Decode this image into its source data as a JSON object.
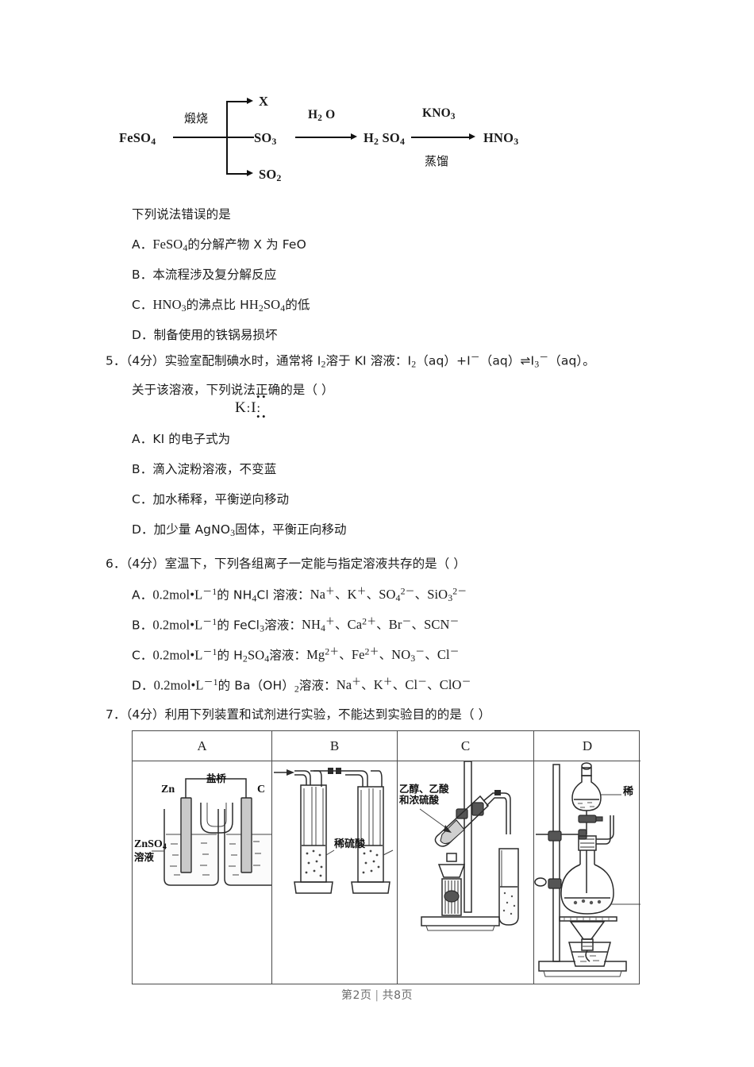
{
  "document": {
    "page_label": "第2页",
    "page_separator": "|",
    "total_label": "共8页"
  },
  "flowchart": {
    "start": "FeSO4",
    "start_sub": "4",
    "condition_calcine": "煅烧",
    "branch_x": "X",
    "branch_main": "SO3",
    "branch_so2": "SO2",
    "reagent_water": "H2 O",
    "product_h2so4": "H2 SO4",
    "reagent_kno3": "KNO3",
    "condition_distill": "蒸馏",
    "product_hno3": "HNO3"
  },
  "question4": {
    "stem": "下列说法错误的是",
    "options": [
      {
        "letter": "A．",
        "text_pre": "FeSO",
        "sub1": "4",
        "text_mid": "的分解产物 X 为 FeO"
      },
      {
        "letter": "B．",
        "full": "本流程涉及复分解反应"
      },
      {
        "letter": "C．",
        "text_pre": "HNO",
        "sub1": "3",
        "text_mid": "的沸点比 H",
        "sub2": "2",
        "text_mid2": "SO",
        "sub3": "4",
        "text_end": "的低"
      },
      {
        "letter": "D．",
        "full": "制备使用的铁锅易损坏"
      }
    ]
  },
  "question5": {
    "number": "5．",
    "score": "（4分）",
    "stem_line1_a": "实验室配制碘水时，通常将 I",
    "stem_line1_sub": "2",
    "stem_line1_b": "溶于 KI 溶液：I",
    "stem_sub2": "2",
    "stem_eq_a": "（aq）+I",
    "stem_eq_sup": "－",
    "stem_eq_b": "（aq）⇌I",
    "stem_eq_sub3": "3",
    "stem_eq_sup2": "－",
    "stem_eq_c": "（aq）。",
    "stem_line2": "关于该溶液，下列说法正确的是（        ）",
    "options": [
      {
        "letter": "A．",
        "text": "KI 的电子式为"
      },
      {
        "letter": "B．",
        "text": "滴入淀粉溶液，不变蓝"
      },
      {
        "letter": "C．",
        "text": "加水稀释，平衡逆向移动"
      },
      {
        "letter": "D．",
        "text_pre": "加少量 AgNO",
        "sub": "3",
        "text_post": "固体，平衡正向移动"
      }
    ],
    "lewis": {
      "symbol_k": "K",
      "colon_left": "：",
      "symbol_i": "I",
      "colon_right": "：",
      "dots_top": "••",
      "dots_bottom": "••"
    }
  },
  "question6": {
    "number": "6．",
    "score": "（4分）",
    "stem": "室温下，下列各组离子一定能与指定溶液共存的是（        ）",
    "options": [
      {
        "letter": "A．",
        "conc": "0.2mol•L",
        "conc_sup": "－1",
        "solution_pre": "的 NH",
        "solution_sub": "4",
        "solution_post": "Cl 溶液：",
        "ions": "Na＋、K＋、SO42－、SiO32－"
      },
      {
        "letter": "B．",
        "conc": "0.2mol•L",
        "conc_sup": "－1",
        "solution_pre": "的 FeCl",
        "solution_sub": "3",
        "solution_post": "溶液：",
        "ions": "NH4＋、Ca2＋、Br－、SCN－"
      },
      {
        "letter": "C．",
        "conc": "0.2mol•L",
        "conc_sup": "－1",
        "solution_pre": "的 H",
        "solution_sub": "2",
        "solution_post": "SO4溶液：",
        "ions": "Mg2＋、Fe2＋、NO3－、Cl－"
      },
      {
        "letter": "D．",
        "conc": "0.2mol•L",
        "conc_sup": "－1",
        "solution_pre": "的 Ba（OH）",
        "solution_sub": "2",
        "solution_post": "溶液：",
        "ions": "Na＋、K＋、Cl－、ClO－"
      }
    ]
  },
  "question7": {
    "number": "7．",
    "score": "（4分）",
    "stem": "利用下列装置和试剂进行实验，不能达到实验目的的是（        ）",
    "table": {
      "headers": [
        "A",
        "B",
        "C",
        "D"
      ],
      "cells": [
        {
          "id": "A",
          "name": "galvanic-cell",
          "labels": {
            "salt_bridge": "盐桥",
            "electrode_left": "Zn",
            "electrode_right": "C",
            "solution_line1": "ZnSO4",
            "solution_sub": "4",
            "solution_line2": "溶液"
          }
        },
        {
          "id": "B",
          "name": "gas-washing-tubes",
          "labels": {
            "reagent": "稀硫酸"
          }
        },
        {
          "id": "C",
          "name": "esterification-apparatus",
          "labels": {
            "reagent_line1": "乙醇、乙酸",
            "reagent_line2": "和浓硫酸"
          }
        },
        {
          "id": "D",
          "name": "gas-generator-distillation",
          "labels": {
            "reagent": "稀"
          }
        }
      ]
    }
  },
  "colors": {
    "text": "#1c1c1c",
    "rule": "#4a4a4a",
    "footer": "#6a6a6a",
    "glass_stroke": "#2b2b2b",
    "electrode_fill": "#c9c9c9"
  }
}
